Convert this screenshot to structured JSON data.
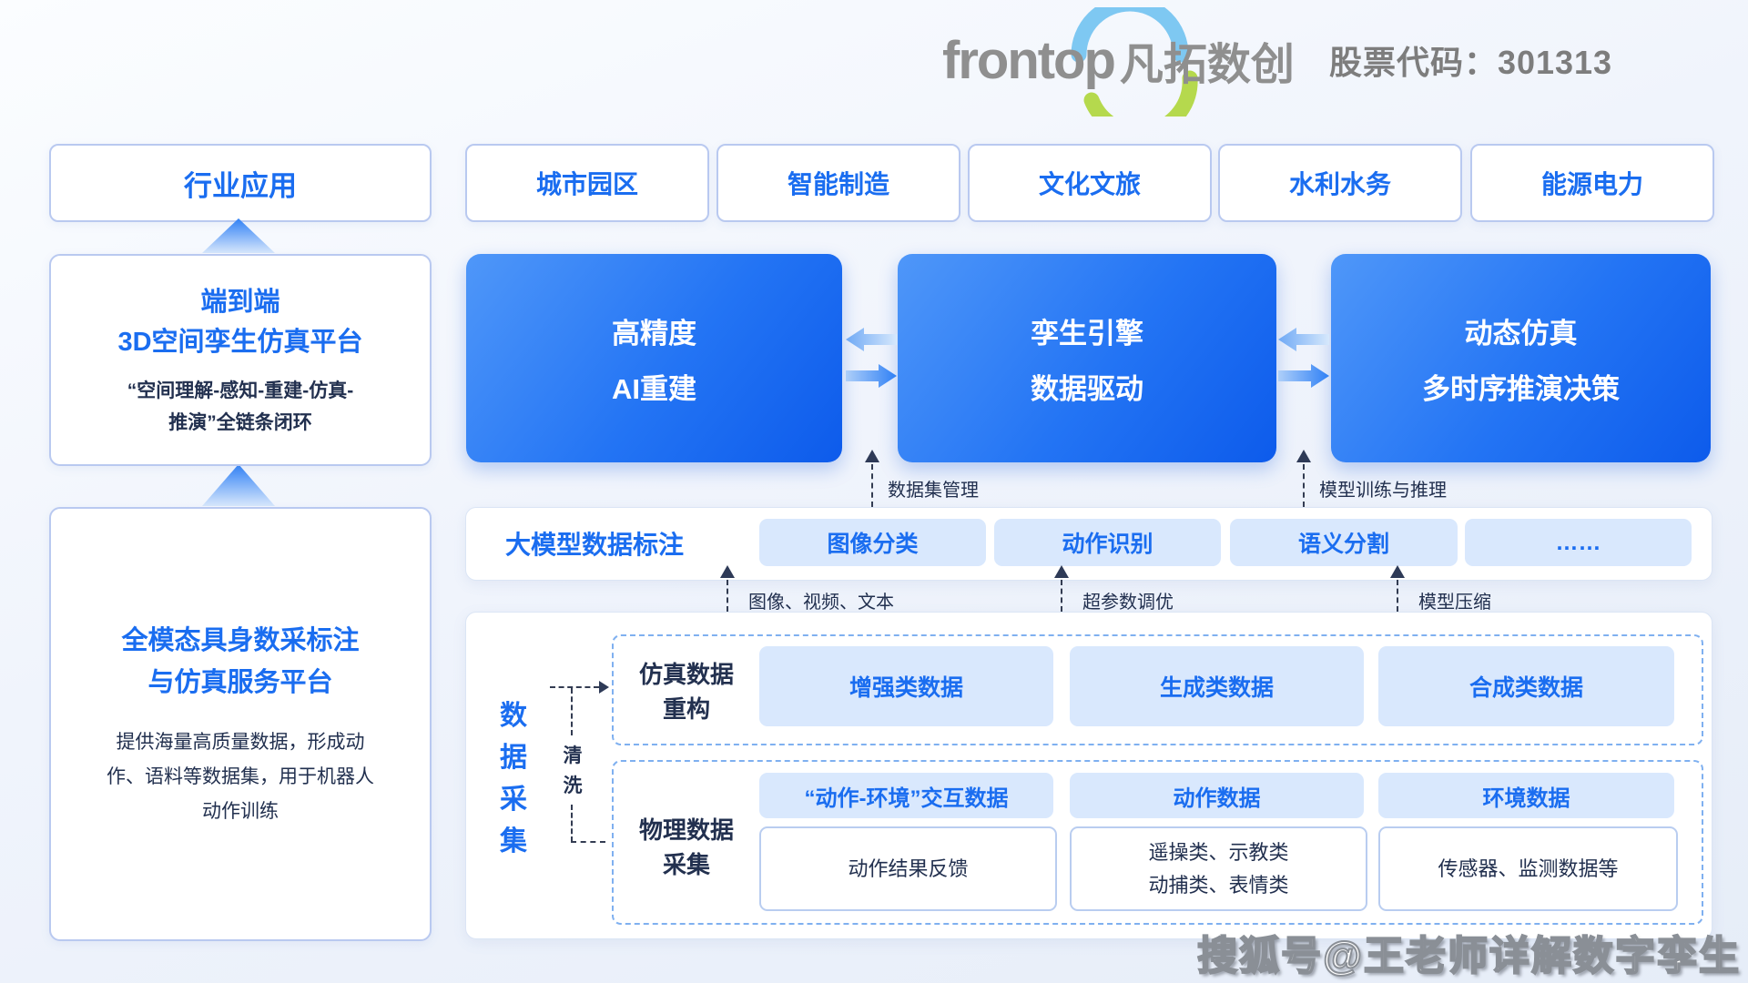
{
  "header": {
    "logo_en": "frontop",
    "logo_cn": "凡拓数创",
    "stock": "股票代码：301313"
  },
  "colors": {
    "accent_blue": "#1a6df0",
    "engine_gradient_start": "#4f97f9",
    "engine_gradient_end": "#0d5beb",
    "pill_bg": "#d9e8fd",
    "dark_navy": "#22304f",
    "box_border": "#b9c9f0",
    "dashed_border": "#7fb0f0",
    "logo_arc_blue": "#7ec8f2",
    "logo_arc_green": "#b5d94d",
    "logo_gray": "#8f8f8f"
  },
  "industry": {
    "label": "行业应用",
    "sectors": [
      "城市园区",
      "智能制造",
      "文化文旅",
      "水利水务",
      "能源电力"
    ]
  },
  "platforms": {
    "p1": {
      "line1": "端到端",
      "line2": "3D空间孪生仿真平台",
      "sub1": "“空间理解-感知-重建-仿真-",
      "sub2": "推演”全链条闭环"
    },
    "p2": {
      "line1": "全模态具身数采标注",
      "line2": "与仿真服务平台",
      "desc1": "提供海量高质量数据，形成动",
      "desc2": "作、语料等数据集，用于机器人",
      "desc3": "动作训练"
    }
  },
  "engines": [
    {
      "line1": "高精度",
      "line2": "AI重建"
    },
    {
      "line1": "孪生引擎",
      "line2": "数据驱动"
    },
    {
      "line1": "动态仿真",
      "line2": "多时序推演决策"
    }
  ],
  "engine_connectors": [
    {
      "label": "数据集管理"
    },
    {
      "label": "模型训练与推理"
    }
  ],
  "annotation": {
    "label": "大模型数据标注",
    "pills": [
      "图像分类",
      "动作识别",
      "语义分割",
      "……"
    ]
  },
  "mid_connectors": [
    {
      "label": "图像、视频、文本"
    },
    {
      "label": "超参数调优"
    },
    {
      "label": "模型压缩"
    }
  ],
  "collection": {
    "vertical_label": "数据采集",
    "clean_label": "清洗",
    "sim_group": {
      "label1": "仿真数据",
      "label2": "重构",
      "pills": [
        "增强类数据",
        "生成类数据",
        "合成类数据"
      ]
    },
    "phys_group": {
      "label1": "物理数据",
      "label2": "采集",
      "pills": [
        "“动作-环境”交互数据",
        "动作数据",
        "环境数据"
      ],
      "boxes": [
        {
          "line1": "动作结果反馈",
          "line2": ""
        },
        {
          "line1": "遥操类、示教类",
          "line2": "动捕类、表情类"
        },
        {
          "line1": "传感器、监测数据等",
          "line2": ""
        }
      ]
    }
  },
  "watermark": "搜狐号@王老师详解数字孪生"
}
